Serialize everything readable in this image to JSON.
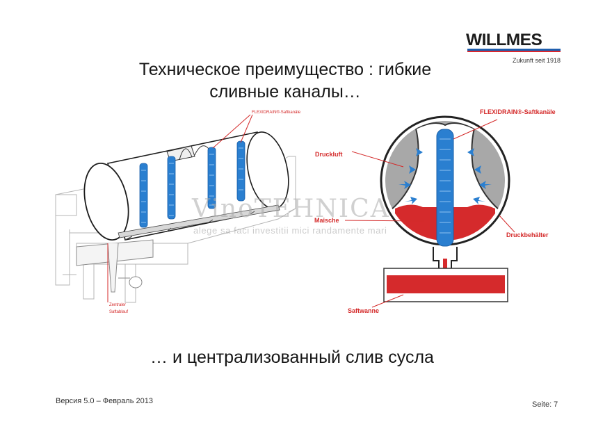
{
  "header": {
    "brand_name": "WILLMES",
    "brand_tagline": "Zukunft seit 1918",
    "title_line1": "Техническое преимущество : гибкие",
    "title_line2": "сливные каналы…"
  },
  "left_diagram": {
    "label_channels": "FLEXIDRAIN®-Saftkanäle",
    "label_drain_line1": "Zentraler",
    "label_drain_line2": "Saftablauf"
  },
  "right_diagram": {
    "label_channels": "FLEXIDRAIN®-Saftkanäle",
    "label_air": "Druckluft",
    "label_mash": "Maische",
    "label_vessel": "Druckbehälter",
    "label_tray": "Saftwanne"
  },
  "watermark": {
    "main": "VinoTEHNICA",
    "sub": "alege sa faci investitii mici randamente mari"
  },
  "subtitle": "… и централизованный слив сусла",
  "footer": {
    "version": "Версия 5.0 – Февраль 2013",
    "page": "Seite: 7"
  },
  "colors": {
    "channel_blue": "#2a7fd0",
    "label_red": "#d42a2a",
    "mash_red": "#d52a2c",
    "vessel_gray": "#a8a8a8",
    "brand_blue": "#1f5fae",
    "brand_red": "#d8262e"
  }
}
